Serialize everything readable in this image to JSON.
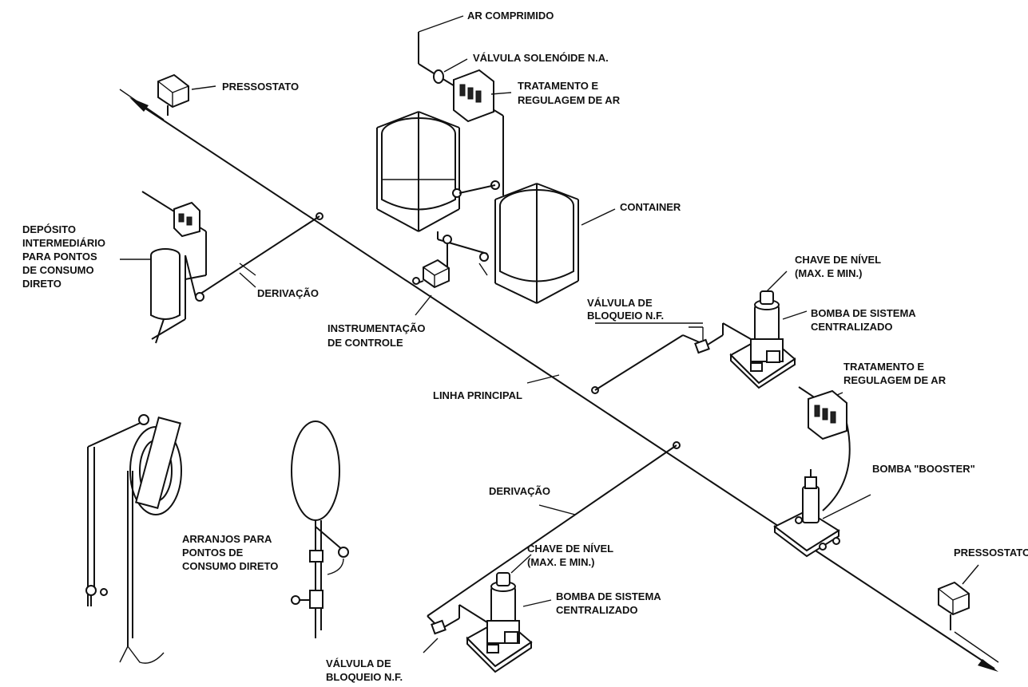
{
  "labels": {
    "ar_comprimido": "AR COMPRIMIDO",
    "valvula_solenoide": "VÁLVULA SOLENÓIDE N.A.",
    "tratamento_1": [
      "TRATAMENTO E",
      "REGULAGEM DE AR"
    ],
    "pressostato_top": "PRESSOSTATO",
    "container": "CONTAINER",
    "deposito": [
      "DEPÓSITO",
      "INTERMEDIÁRIO",
      "PARA PONTOS",
      "DE CONSUMO",
      "DIRETO"
    ],
    "derivacao_top": "DERIVAÇÃO",
    "instrumentacao": [
      "INSTRUMENTAÇÃO",
      "DE CONTROLE"
    ],
    "chave_nivel_1": [
      "CHAVE DE NÍVEL",
      "(MAX. E MIN.)"
    ],
    "valvula_bloqueio_1": [
      "VÁLVULA DE",
      "BLOQUEIO N.F."
    ],
    "bomba_sistema_1": [
      "BOMBA DE SISTEMA",
      "CENTRALIZADO"
    ],
    "tratamento_2": [
      "TRATAMENTO E",
      "REGULAGEM DE AR"
    ],
    "linha_principal": "LINHA PRINCIPAL",
    "bomba_booster": "BOMBA \"BOOSTER\"",
    "derivacao_bottom": "DERIVAÇÃO",
    "arranjos": [
      "ARRANJOS PARA",
      "PONTOS DE",
      "CONSUMO DIRETO"
    ],
    "chave_nivel_2": [
      "CHAVE DE NÍVEL",
      "(MAX. E MIN.)"
    ],
    "bomba_sistema_2": [
      "BOMBA DE SISTEMA",
      "CENTRALIZADO"
    ],
    "pressostato_bottom": "PRESSOSTATO",
    "valvula_bloqueio_2": [
      "VÁLVULA DE",
      "BLOQUEIO N.F."
    ]
  },
  "colors": {
    "ink": "#111111",
    "background": "#ffffff"
  }
}
